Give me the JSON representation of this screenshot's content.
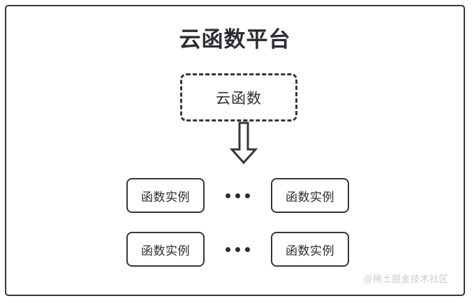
{
  "diagram": {
    "title": "云函数平台",
    "cloud_function": {
      "label": "云函数",
      "border_style": "dashed"
    },
    "arrow": {
      "icon": "down-block-arrow",
      "direction": "down"
    },
    "ellipsis": "...",
    "rows": [
      {
        "left_instance": "函数实例",
        "right_instance": "函数实例"
      },
      {
        "left_instance": "函数实例",
        "right_instance": "函数实例"
      }
    ],
    "watermark": "@稀土掘金技术社区",
    "colors": {
      "stroke": "#33363a",
      "text": "#2b2d31",
      "background": "#ffffff",
      "watermark": "#c9cbcd"
    }
  }
}
